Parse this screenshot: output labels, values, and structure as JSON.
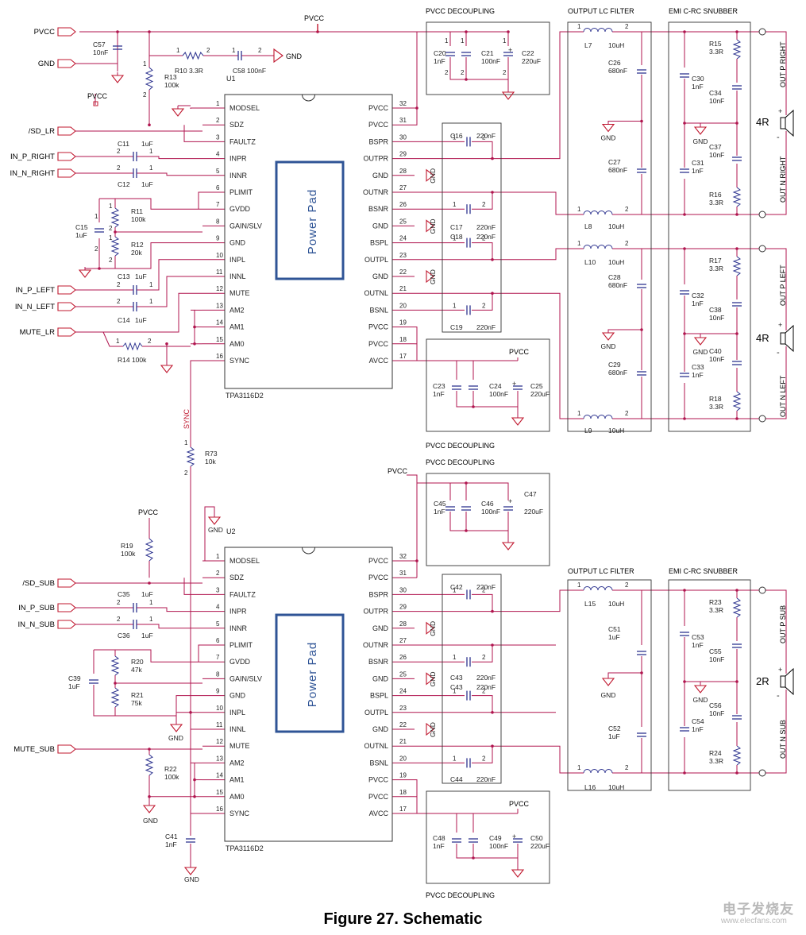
{
  "caption": "Figure 27.  Schematic",
  "watermark": {
    "name": "电子发烧友",
    "url": "www.elecfans.com"
  },
  "colors": {
    "wire": "#b0154f",
    "component": "#2f3590",
    "text": "#222222",
    "label": "#000000",
    "flag": "#c0182f",
    "powerpad": "#2f5496",
    "box": "#333333",
    "sync": "#c0182f"
  },
  "chips": [
    {
      "ref": "U1",
      "part": "TPA3116D2",
      "pad": "Power Pad",
      "left_pins": [
        {
          "num": "1",
          "name": "MODSEL"
        },
        {
          "num": "2",
          "name": "SDZ"
        },
        {
          "num": "3",
          "name": "FAULTZ"
        },
        {
          "num": "4",
          "name": "INPR"
        },
        {
          "num": "5",
          "name": "INNR"
        },
        {
          "num": "6",
          "name": "PLIMIT"
        },
        {
          "num": "7",
          "name": "GVDD"
        },
        {
          "num": "8",
          "name": "GAIN/SLV"
        },
        {
          "num": "9",
          "name": "GND"
        },
        {
          "num": "10",
          "name": "INPL"
        },
        {
          "num": "11",
          "name": "INNL"
        },
        {
          "num": "12",
          "name": "MUTE"
        },
        {
          "num": "13",
          "name": "AM2"
        },
        {
          "num": "14",
          "name": "AM1"
        },
        {
          "num": "15",
          "name": "AM0"
        },
        {
          "num": "16",
          "name": "SYNC"
        }
      ],
      "right_pins": [
        {
          "num": "32",
          "name": "PVCC"
        },
        {
          "num": "31",
          "name": "PVCC"
        },
        {
          "num": "30",
          "name": "BSPR"
        },
        {
          "num": "29",
          "name": "OUTPR"
        },
        {
          "num": "28",
          "name": "GND"
        },
        {
          "num": "27",
          "name": "OUTNR"
        },
        {
          "num": "26",
          "name": "BSNR"
        },
        {
          "num": "25",
          "name": "GND"
        },
        {
          "num": "24",
          "name": "BSPL"
        },
        {
          "num": "23",
          "name": "OUTPL"
        },
        {
          "num": "22",
          "name": "GND"
        },
        {
          "num": "21",
          "name": "OUTNL"
        },
        {
          "num": "20",
          "name": "BSNL"
        },
        {
          "num": "19",
          "name": "PVCC"
        },
        {
          "num": "18",
          "name": "PVCC"
        },
        {
          "num": "17",
          "name": "AVCC"
        }
      ]
    },
    {
      "ref": "U2",
      "part": "TPA3116D2",
      "pad": "Power Pad",
      "left_pins": [
        {
          "num": "1",
          "name": "MODSEL"
        },
        {
          "num": "2",
          "name": "SDZ"
        },
        {
          "num": "3",
          "name": "FAULTZ"
        },
        {
          "num": "4",
          "name": "INPR"
        },
        {
          "num": "5",
          "name": "INNR"
        },
        {
          "num": "6",
          "name": "PLIMIT"
        },
        {
          "num": "7",
          "name": "GVDD"
        },
        {
          "num": "8",
          "name": "GAIN/SLV"
        },
        {
          "num": "9",
          "name": "GND"
        },
        {
          "num": "10",
          "name": "INPL"
        },
        {
          "num": "11",
          "name": "INNL"
        },
        {
          "num": "12",
          "name": "MUTE"
        },
        {
          "num": "13",
          "name": "AM2"
        },
        {
          "num": "14",
          "name": "AM1"
        },
        {
          "num": "15",
          "name": "AM0"
        },
        {
          "num": "16",
          "name": "SYNC"
        }
      ],
      "right_pins": [
        {
          "num": "32",
          "name": "PVCC"
        },
        {
          "num": "31",
          "name": "PVCC"
        },
        {
          "num": "30",
          "name": "BSPR"
        },
        {
          "num": "29",
          "name": "OUTPR"
        },
        {
          "num": "28",
          "name": "GND"
        },
        {
          "num": "27",
          "name": "OUTNR"
        },
        {
          "num": "26",
          "name": "BSNR"
        },
        {
          "num": "25",
          "name": "GND"
        },
        {
          "num": "24",
          "name": "BSPL"
        },
        {
          "num": "23",
          "name": "OUTPL"
        },
        {
          "num": "22",
          "name": "GND"
        },
        {
          "num": "21",
          "name": "OUTNL"
        },
        {
          "num": "20",
          "name": "BSNL"
        },
        {
          "num": "19",
          "name": "PVCC"
        },
        {
          "num": "18",
          "name": "PVCC"
        },
        {
          "num": "17",
          "name": "AVCC"
        }
      ]
    }
  ],
  "ports": {
    "u1": [
      "PVCC",
      "GND",
      "/SD_LR",
      "IN_P_RIGHT",
      "IN_N_RIGHT",
      "IN_P_LEFT",
      "IN_N_LEFT",
      "MUTE_LR"
    ],
    "u2": [
      "/SD_SUB",
      "IN_P_SUB",
      "IN_N_SUB",
      "MUTE_SUB"
    ]
  },
  "nets": {
    "pvcc": "PVCC",
    "gnd": "GND",
    "sync": "SYNC"
  },
  "section_labels": {
    "decoupling": "PVCC DECOUPLING",
    "lc_filter": "OUTPUT LC FILTER",
    "snubber": "EMI C-RC SNUBBER"
  },
  "outputs": [
    "OUT P RIGHT",
    "OUT N RIGHT",
    "OUT P LEFT",
    "OUT N LEFT",
    "OUT P SUB",
    "OUT N SUB"
  ],
  "speakers": [
    "4R",
    "4R",
    "2R"
  ],
  "components": {
    "c57": {
      "ref": "C57",
      "value": "10nF"
    },
    "r10": {
      "ref": "R10",
      "value": "3.3R"
    },
    "c58": {
      "ref": "C58",
      "value": "100nF"
    },
    "r13": {
      "ref": "R13",
      "value": "100k"
    },
    "c11": {
      "ref": "C11",
      "value": "1uF"
    },
    "c12": {
      "ref": "C12",
      "value": "1uF"
    },
    "r11": {
      "ref": "R11",
      "value": "100k"
    },
    "r12": {
      "ref": "R12",
      "value": "20k"
    },
    "c15": {
      "ref": "C15",
      "value": "1uF"
    },
    "c13": {
      "ref": "C13",
      "value": "1uF"
    },
    "c14": {
      "ref": "C14",
      "value": "1uF"
    },
    "r14": {
      "ref": "R14",
      "value": "100k"
    },
    "r73": {
      "ref": "R73",
      "value": "10k"
    },
    "c20": {
      "ref": "C20",
      "value": "1nF"
    },
    "c21": {
      "ref": "C21",
      "value": "100nF"
    },
    "c22": {
      "ref": "C22",
      "value": "220uF"
    },
    "c16": {
      "ref": "C16",
      "value": "220nF"
    },
    "c17": {
      "ref": "C17",
      "value": "220nF"
    },
    "c18": {
      "ref": "C18",
      "value": "220nF"
    },
    "c19": {
      "ref": "C19",
      "value": "220nF"
    },
    "c23": {
      "ref": "C23",
      "value": "1nF"
    },
    "c24": {
      "ref": "C24",
      "value": "100nF"
    },
    "c25": {
      "ref": "C25",
      "value": "220uF"
    },
    "l7": {
      "ref": "L7",
      "value": "10uH"
    },
    "l8": {
      "ref": "L8",
      "value": "10uH"
    },
    "l10": {
      "ref": "L10",
      "value": "10uH"
    },
    "l9": {
      "ref": "L9",
      "value": "10uH"
    },
    "c26": {
      "ref": "C26",
      "value": "680nF"
    },
    "c27": {
      "ref": "C27",
      "value": "680nF"
    },
    "c28": {
      "ref": "C28",
      "value": "680nF"
    },
    "c29": {
      "ref": "C29",
      "value": "680nF"
    },
    "r15": {
      "ref": "R15",
      "value": "3.3R"
    },
    "c30": {
      "ref": "C30",
      "value": "1nF"
    },
    "c34": {
      "ref": "C34",
      "value": "10nF"
    },
    "c37": {
      "ref": "C37",
      "value": "10nF"
    },
    "c31": {
      "ref": "C31",
      "value": "1nF"
    },
    "r16": {
      "ref": "R16",
      "value": "3.3R"
    },
    "r17": {
      "ref": "R17",
      "value": "3.3R"
    },
    "c32": {
      "ref": "C32",
      "value": "1nF"
    },
    "c38": {
      "ref": "C38",
      "value": "10nF"
    },
    "c40": {
      "ref": "C40",
      "value": "10nF"
    },
    "c33": {
      "ref": "C33",
      "value": "1nF"
    },
    "r18": {
      "ref": "R18",
      "value": "3.3R"
    },
    "r19": {
      "ref": "R19",
      "value": "100k"
    },
    "c35": {
      "ref": "C35",
      "value": "1uF"
    },
    "c36": {
      "ref": "C36",
      "value": "1uF"
    },
    "r20": {
      "ref": "R20",
      "value": "47k"
    },
    "r21": {
      "ref": "R21",
      "value": "75k"
    },
    "c39": {
      "ref": "C39",
      "value": "1uF"
    },
    "r22": {
      "ref": "R22",
      "value": "100k"
    },
    "c41": {
      "ref": "C41",
      "value": "1nF"
    },
    "c45": {
      "ref": "C45",
      "value": "1nF"
    },
    "c46": {
      "ref": "C46",
      "value": "100nF"
    },
    "c47": {
      "ref": "C47",
      "value": "220uF"
    },
    "c42": {
      "ref": "C42",
      "value": "220nF"
    },
    "c43a": {
      "ref": "C43",
      "value": "220nF"
    },
    "c43b": {
      "ref": "C43",
      "value": "220nF"
    },
    "c44": {
      "ref": "C44",
      "value": "220nF"
    },
    "c48": {
      "ref": "C48",
      "value": "1nF"
    },
    "c49": {
      "ref": "C49",
      "value": "100nF"
    },
    "c50": {
      "ref": "C50",
      "value": "220uF"
    },
    "l15": {
      "ref": "L15",
      "value": "10uH"
    },
    "l16": {
      "ref": "L16",
      "value": "10uH"
    },
    "c51": {
      "ref": "C51",
      "value": "1uF"
    },
    "c52": {
      "ref": "C52",
      "value": "1uF"
    },
    "r23": {
      "ref": "R23",
      "value": "3.3R"
    },
    "c53": {
      "ref": "C53",
      "value": "1nF"
    },
    "c55": {
      "ref": "C55",
      "value": "10nF"
    },
    "c56": {
      "ref": "C56",
      "value": "10nF"
    },
    "c54": {
      "ref": "C54",
      "value": "1nF"
    },
    "r24": {
      "ref": "R24",
      "value": "3.3R"
    }
  }
}
